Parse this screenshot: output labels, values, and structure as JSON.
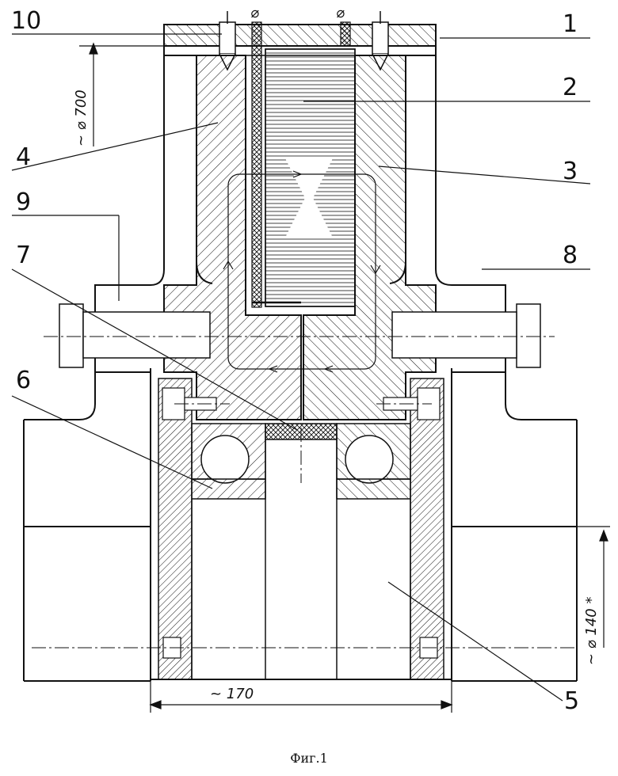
{
  "figure": {
    "caption": "Фиг.1",
    "dimensions": {
      "outer_diameter": "~ ⌀ 700",
      "inner_diameter": "~ ⌀ 140 *",
      "width": "~ 170"
    },
    "part_numbers": [
      "1",
      "2",
      "3",
      "4",
      "5",
      "6",
      "7",
      "8",
      "9",
      "10"
    ],
    "wire_symbol": "⌀",
    "colors": {
      "ink": "#111111",
      "paper": "#ffffff"
    }
  }
}
